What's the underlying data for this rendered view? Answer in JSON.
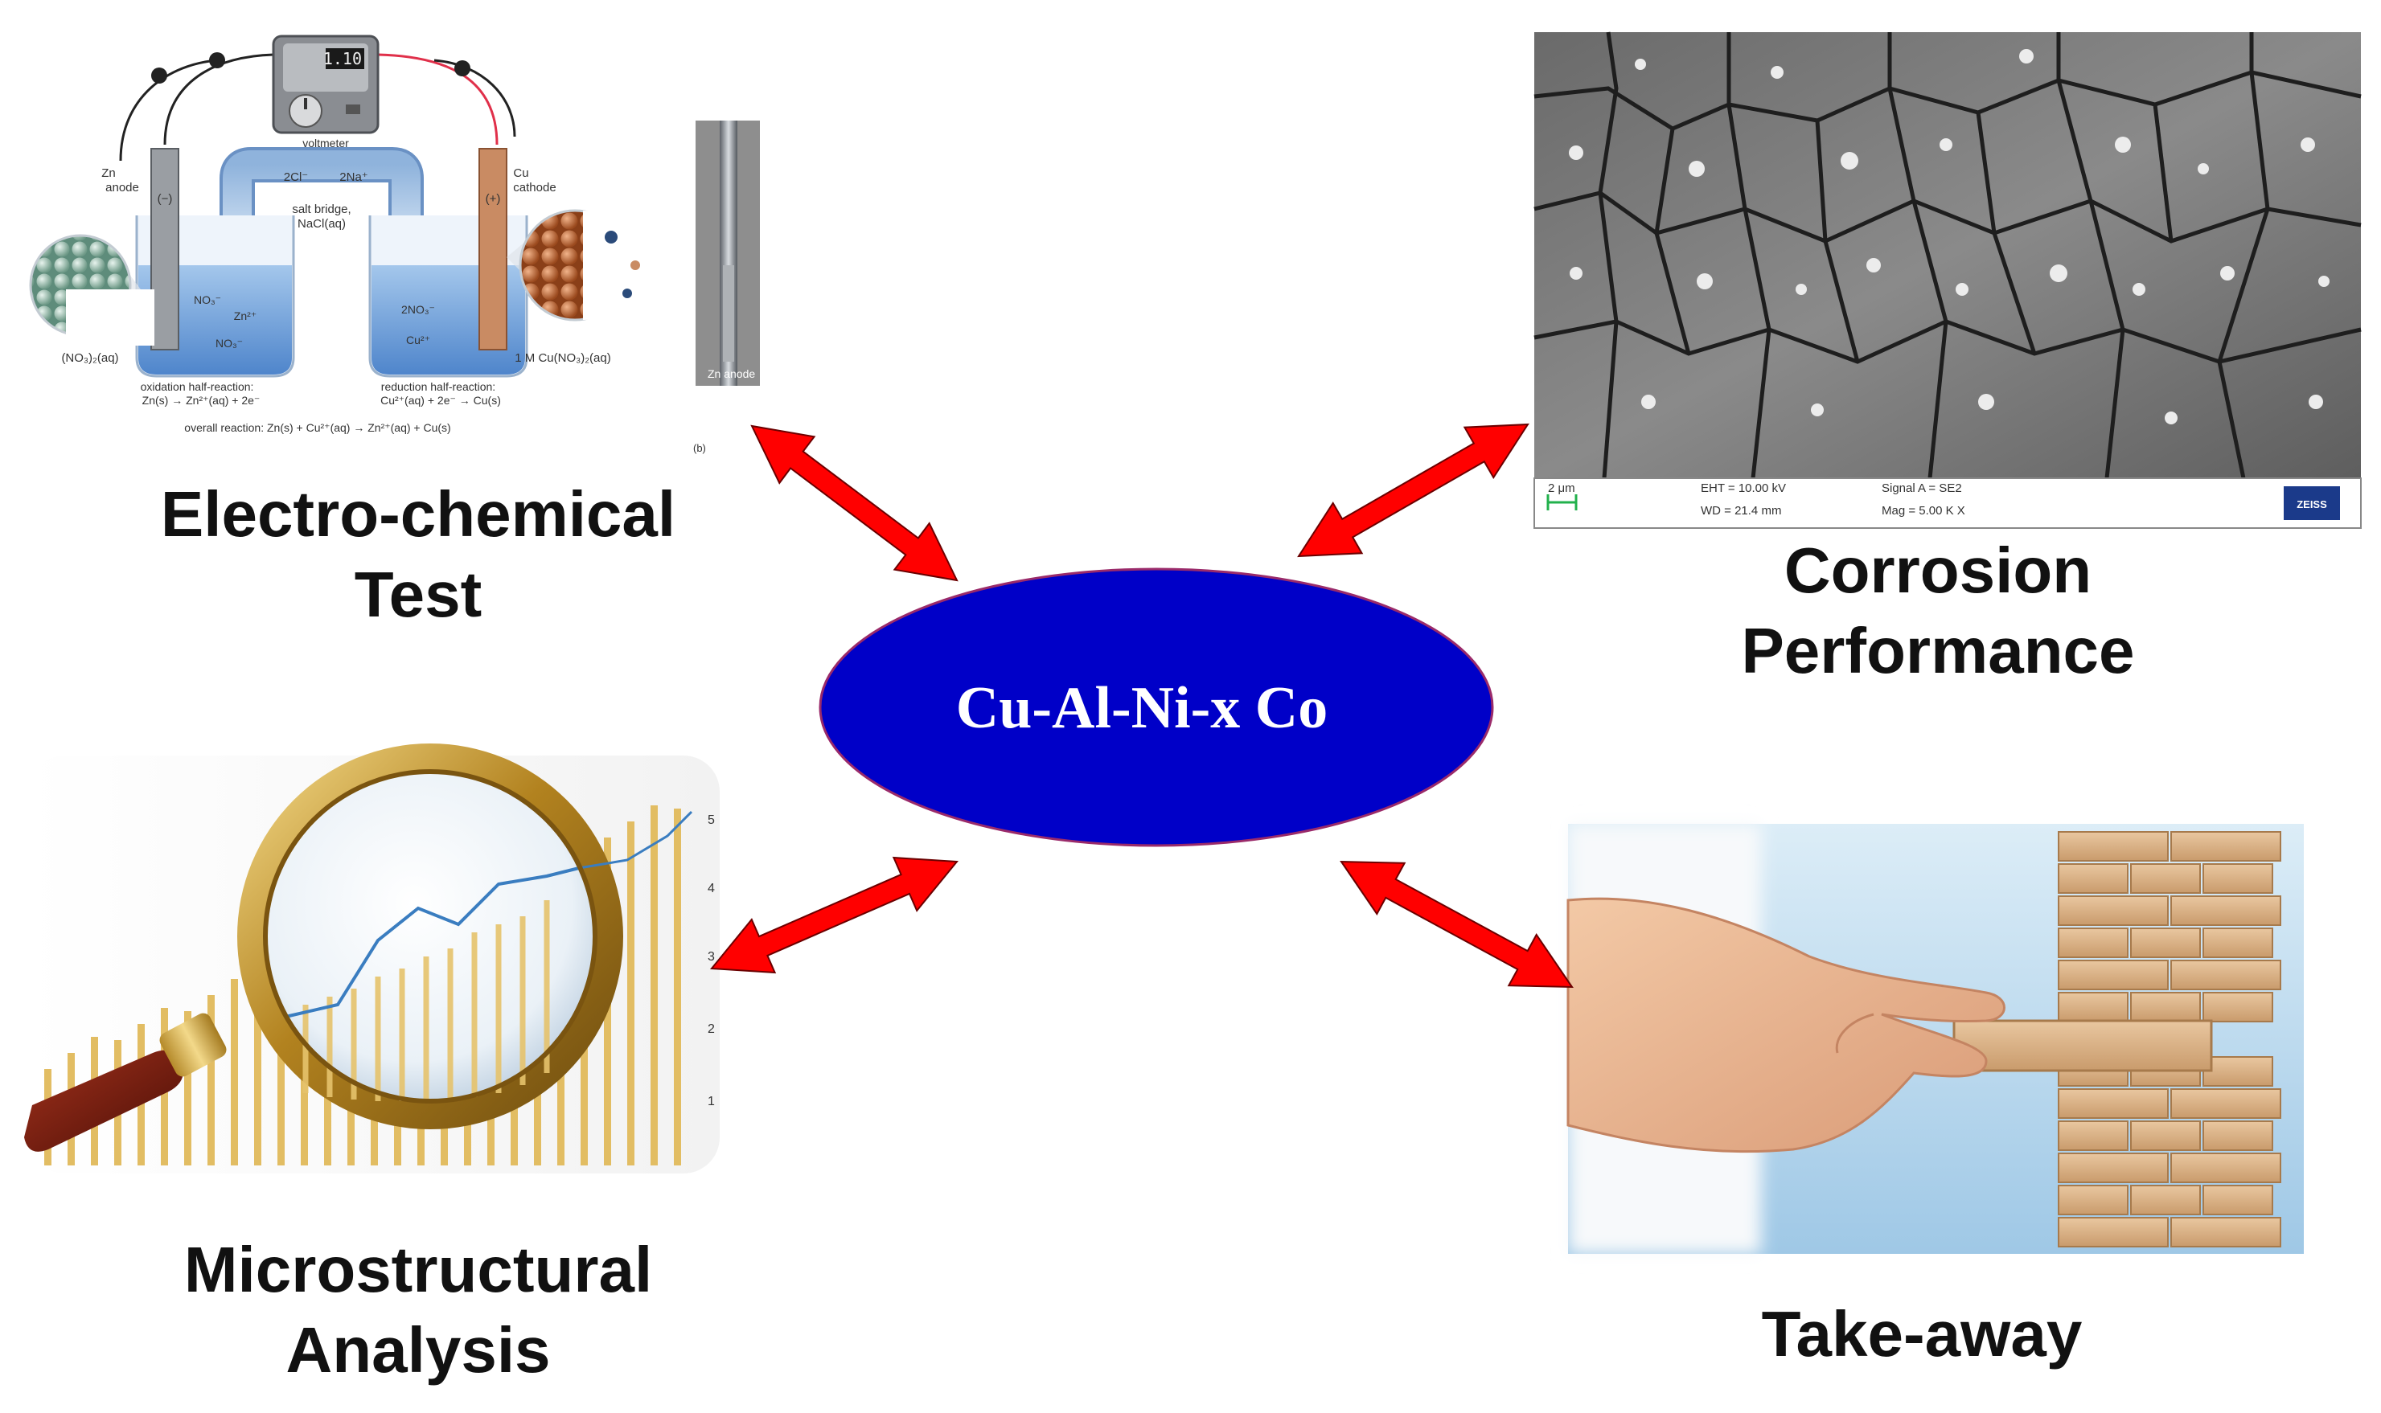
{
  "center": {
    "label": "Cu-Al-Ni-x Co",
    "fill": "#0000c8",
    "stroke": "#9a2a6a"
  },
  "arrow_color": "#ff0000",
  "nodes": {
    "electrochemical": {
      "line1": "Electro-chemical",
      "line2": "Test"
    },
    "corrosion": {
      "line1": "Corrosion",
      "line2": "Performance"
    },
    "microstructural": {
      "line1": "Microstructural",
      "line2": "Analysis"
    },
    "takeaway": {
      "line1": "Take-away"
    }
  },
  "galvanic_cell": {
    "meter_reading": "1.10",
    "voltmeter": "voltmeter",
    "zn_anode": [
      "Zn",
      "anode"
    ],
    "cu_cathode": [
      "Cu",
      "cathode"
    ],
    "minus": "(−)",
    "plus": "(+)",
    "ions_bridge": [
      "2Cl⁻",
      "2Na⁺"
    ],
    "salt_bridge": [
      "salt bridge,",
      "NaCl(aq)"
    ],
    "no3_left": "NO₃⁻",
    "zn_ion": "Zn²⁺",
    "no3_left2": "NO₃⁻",
    "no3_right": "2NO₃⁻",
    "cu_ion": "Cu²⁺",
    "left_solution": "(NO₃)₂(aq)",
    "right_solution": "1 M Cu(NO₃)₂(aq)",
    "oxidation": [
      "oxidation half-reaction:",
      "Zn(s) → Zn²⁺(aq) + 2e⁻"
    ],
    "reduction": [
      "reduction half-reaction:",
      "Cu²⁺(aq) + 2e⁻ → Cu(s)"
    ],
    "overall": "overall reaction: Zn(s) + Cu²⁺(aq) → Zn²⁺(aq) + Cu(s)",
    "zn_anode_photo": "Zn anode",
    "panel_b": "(b)"
  },
  "sem_image": {
    "scale": "2 μm",
    "eht": "EHT = 10.00 kV",
    "wd": "WD = 21.4 mm",
    "signal": "Signal A = SE2",
    "mag": "Mag =   5.00 K X",
    "brand": "ZEISS"
  },
  "magnifier_chart": {
    "ticks": [
      "5",
      "4",
      "3",
      "2",
      "1"
    ]
  }
}
